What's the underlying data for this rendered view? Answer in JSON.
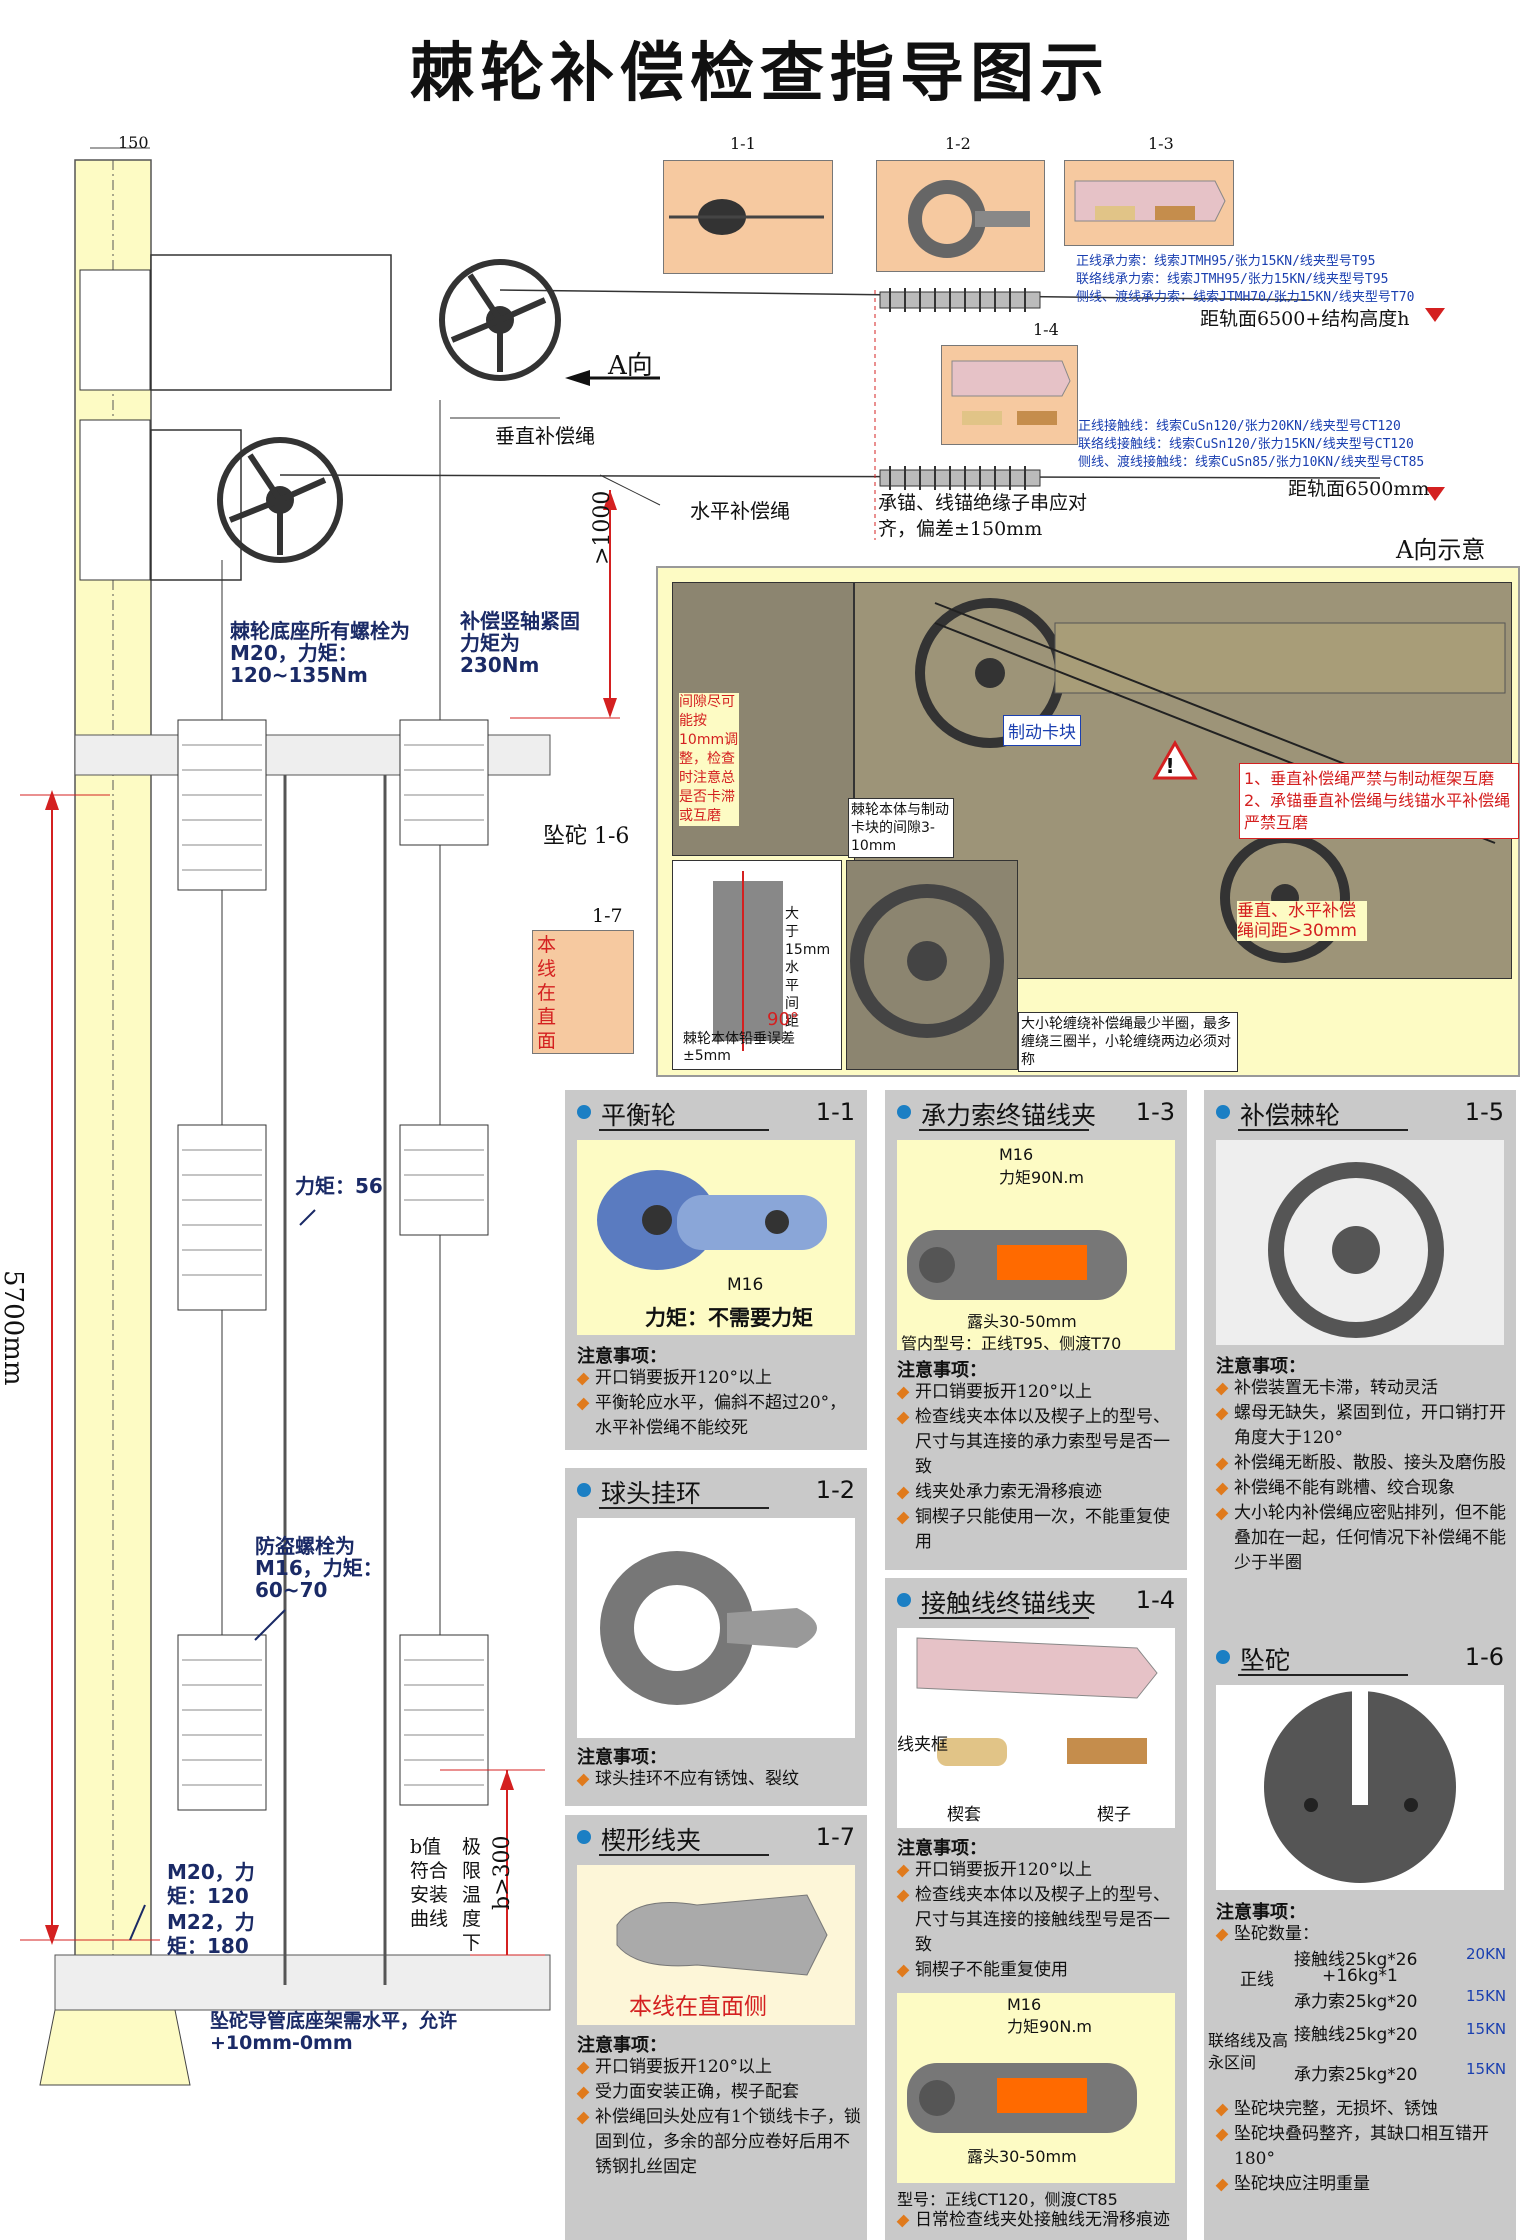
{
  "title": "棘轮补偿检查指导图示",
  "dims": {
    "top_150": "150",
    "height_5700": "5700mm",
    "gap_1000": ">1000",
    "limit_300": "b>300"
  },
  "labels": {
    "codes": {
      "c1_1": "1-1",
      "c1_2": "1-2",
      "c1_3": "1-3",
      "c1_4": "1-4",
      "c1_6": "1-6",
      "c1_7": "1-7"
    },
    "a_dir": "A向",
    "vertical_rope": "垂直补偿绳",
    "horizontal_rope": "水平补偿绳",
    "base_bolts": "棘轮底座所有螺栓为M20，力矩：120~135Nm",
    "shaft": "补偿竖轴紧固力矩为230Nm",
    "weight": "坠砣  1-6",
    "line_face": "本线在直面",
    "torque56": "力矩：56",
    "antitheft": "防盗螺栓为M16，力矩：60~70",
    "m20": "M20，力矩：120",
    "m22": "M22，力矩：180",
    "b_value": "b值符合安装曲线",
    "limit_temp": "极限温度下",
    "guide_level": "坠砣导管底座架需水平，允许+10mm-0mm",
    "dist1": "距轨面6500+结构高度h",
    "dist2": "距轨面6500mm",
    "insulator_note": "承锚、线锚绝缘子串应对齐，偏差±150mm",
    "main_cable_1": "正线承力索：线索JTMH95/张力15KN/线夹型号T95",
    "main_cable_2": "联络线承力索：线索JTMH95/张力15KN/线夹型号T95",
    "main_cable_3": "侧线、渡线承力索：线索JTMH70/张力15KN/线夹型号T70",
    "contact_1": "正线接触线：线索CuSn120/张力20KN/线夹型号CT120",
    "contact_2": "联络线接触线：线索CuSn120/张力15KN/线夹型号CT120",
    "contact_3": "侧线、渡线接触线：线索CuSn85/张力10KN/线夹型号CT85"
  },
  "a_view": {
    "title": "A向示意",
    "gap_note": "间隙尽可能按10mm调整，检查时注意总是否卡滞或互磨",
    "brake": "制动卡块",
    "brake_gap": "棘轮本体与制动卡块的间隙3-10mm",
    "warn1": "1、垂直补偿绳严禁与制动框架互磨",
    "warn2": "2、承锚垂直补偿绳与线锚水平补偿绳严禁互磨",
    "spacing": "垂直、水平补偿绳间距>30mm",
    "plumb": "棘轮本体铅垂误差±5mm",
    "big_small": "大于15mm水平间距",
    "angle": "90°",
    "winding": "大小轮缠绕补偿绳最少半圈，最多缠绕三圈半，小轮缠绕两边必须对称"
  },
  "panels": {
    "p1_1": {
      "title": "平衡轮",
      "code": "1-1",
      "m16": "M16",
      "torque": "力矩：不需要力矩",
      "note_h": "注意事项：",
      "notes": [
        "开口销要扳开120°以上",
        "平衡轮应水平，偏斜不超过20°，水平补偿绳不能绞死"
      ]
    },
    "p1_2": {
      "title": "球头挂环",
      "code": "1-2",
      "note_h": "注意事项：",
      "notes": [
        "球头挂环不应有锈蚀、裂纹"
      ]
    },
    "p1_7": {
      "title": "楔形线夹",
      "code": "1-7",
      "caption": "本线在直面侧",
      "note_h": "注意事项：",
      "notes": [
        "开口销要扳开120°以上",
        "受力面安装正确，楔子配套",
        "补偿绳回头处应有1个锁线卡子，锁固到位，多余的部分应卷好后用不锈钢扎丝固定"
      ]
    },
    "p1_3": {
      "title": "承力索终锚线夹",
      "code": "1-3",
      "m16": "M16",
      "torque": "力矩90N.m",
      "head": "露头30-50mm",
      "model": "管内型号：正线T95、侧渡T70",
      "note_h": "注意事项：",
      "notes": [
        "开口销要扳开120°以上",
        "检查线夹本体以及楔子上的型号、尺寸与其连接的承力索型号是否一致",
        "线夹处承力索无滑移痕迹",
        "铜楔子只能使用一次，不能重复使用"
      ]
    },
    "p1_4": {
      "title": "接触线终锚线夹",
      "code": "1-4",
      "frame": "线夹框",
      "sleeve": "楔套",
      "wedge": "楔子",
      "note_h": "注意事项：",
      "notes": [
        "开口销要扳开120°以上",
        "检查线夹本体以及楔子上的型号、尺寸与其连接的接触线型号是否一致",
        "铜楔子不能重复使用"
      ],
      "m16": "M16",
      "torque": "力矩90N.m",
      "head": "露头30-50mm",
      "model": "型号：正线CT120，侧渡CT85",
      "last": "日常检查线夹处接触线无滑移痕迹"
    },
    "p1_5": {
      "title": "补偿棘轮",
      "code": "1-5",
      "note_h": "注意事项：",
      "notes": [
        "补偿装置无卡滞，转动灵活",
        "螺母无缺失，紧固到位，开口销打开角度大于120°",
        "补偿绳无断股、散股、接头及磨伤股",
        "补偿绳不能有跳槽、绞合现象",
        "大小轮内补偿绳应密贴排列，但不能叠加在一起，任何情况下补偿绳不能少于半圈"
      ]
    },
    "p1_6": {
      "title": "坠砣",
      "code": "1-6",
      "note_h": "注意事项：",
      "qty": "坠砣数量：",
      "main": "正线",
      "main_a": "接触线25kg*26",
      "main_a2": "+16kg*1",
      "main_a_t": "20KN",
      "main_b": "承力索25kg*20",
      "main_b_t": "15KN",
      "link": "联络线及高永区间",
      "link_a": "接触线25kg*20",
      "link_a_t": "15KN",
      "link_b": "承力索25kg*20",
      "link_b_t": "15KN",
      "notes": [
        "坠砣块完整，无损坏、锈蚀",
        "坠砣块叠码整齐，其缺口相互错开180°",
        "坠砣块应注明重量"
      ]
    }
  }
}
